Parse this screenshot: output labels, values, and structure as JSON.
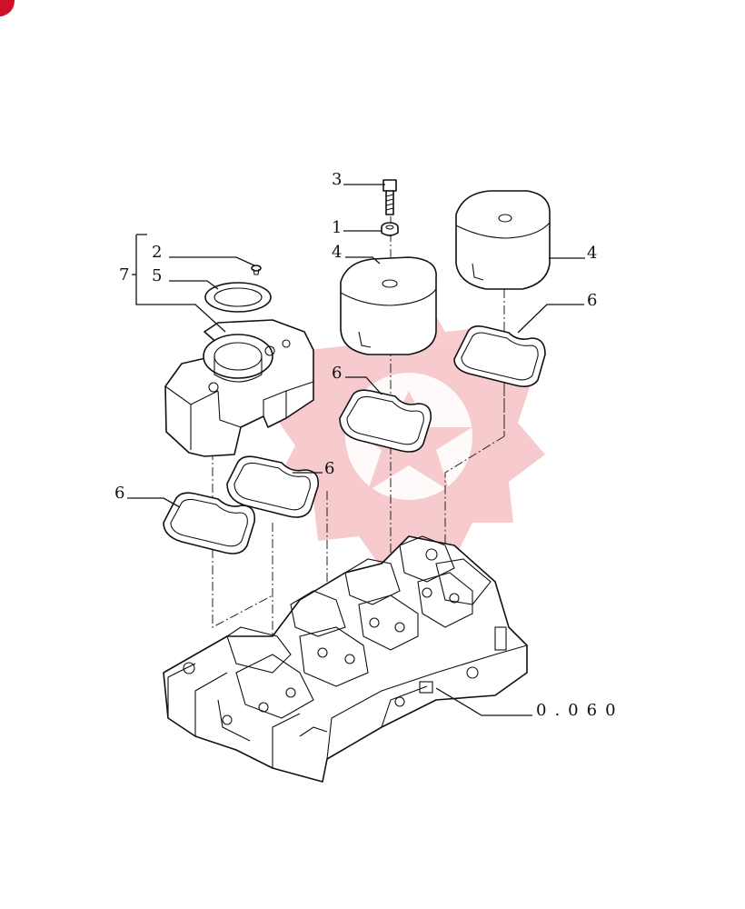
{
  "labels": {
    "item_1": "1",
    "item_2": "2",
    "item_3": "3",
    "item_4_left": "4",
    "item_4_right": "4",
    "item_5": "5",
    "item_6_a": "6",
    "item_6_b": "6",
    "item_6_c": "6",
    "item_6_d": "6",
    "item_7": "7",
    "reference": "0.060"
  },
  "colors": {
    "line": "#111111",
    "watermark": "#f2a0a6",
    "corner_badge": "#d0102a"
  },
  "icons": {
    "corner_badge": "corner-badge-icon",
    "watermark": "gear-watermark-icon"
  }
}
